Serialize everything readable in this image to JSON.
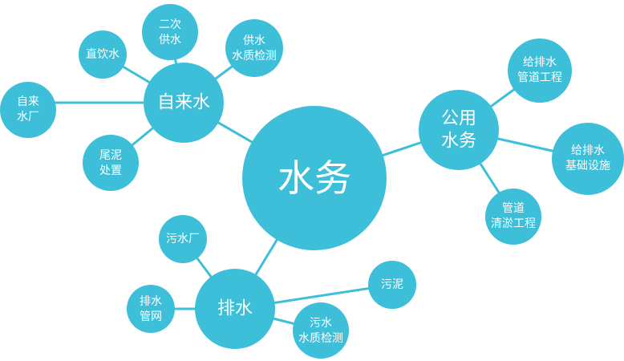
{
  "diagram": {
    "center": {
      "label": "水务"
    },
    "branches": [
      {
        "label": "自来水",
        "children": [
          {
            "lines": [
              "二次",
              "供水"
            ]
          },
          {
            "lines": [
              "直饮水"
            ]
          },
          {
            "lines": [
              "供水",
              "水质检测"
            ]
          },
          {
            "lines": [
              "自来",
              "水厂"
            ]
          },
          {
            "lines": [
              "尾泥",
              "处置"
            ]
          }
        ]
      },
      {
        "lines": [
          "公用",
          "水务"
        ],
        "children": [
          {
            "lines": [
              "给排水",
              "管道工程"
            ]
          },
          {
            "lines": [
              "给排水",
              "基础设施"
            ]
          },
          {
            "lines": [
              "管道",
              "清淤工程"
            ]
          }
        ]
      },
      {
        "label": "排水",
        "children": [
          {
            "lines": [
              "污水厂"
            ]
          },
          {
            "lines": [
              "排水",
              "管网"
            ]
          },
          {
            "lines": [
              "污泥"
            ]
          },
          {
            "lines": [
              "污水",
              "水质检测"
            ]
          }
        ]
      }
    ],
    "color": "#3dbfd9"
  }
}
